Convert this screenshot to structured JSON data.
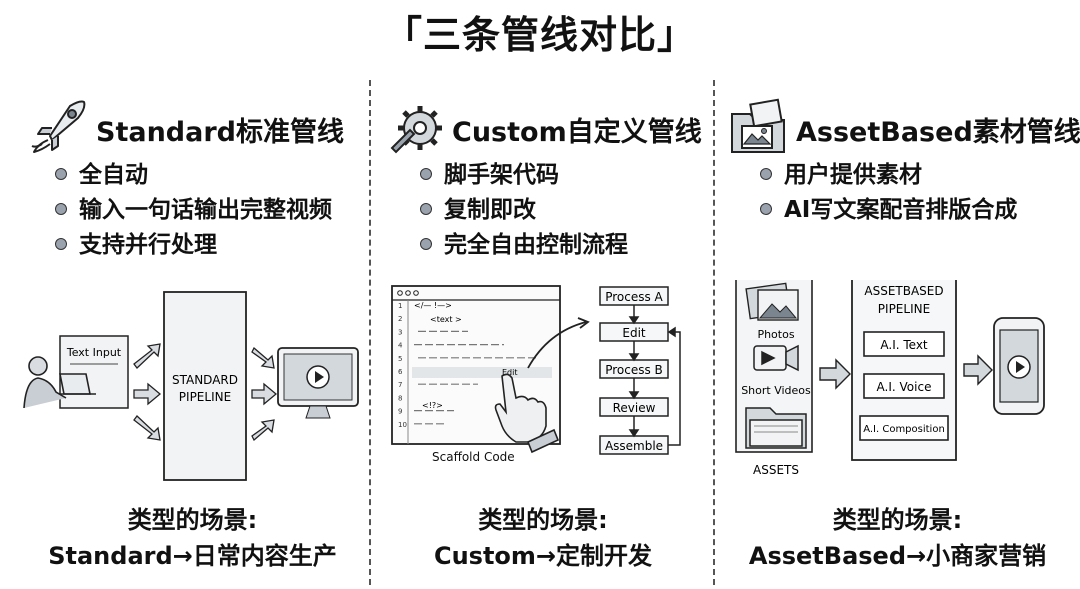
{
  "title": "「三条管线对比」",
  "columns": [
    {
      "heading": "Standard标准管线",
      "icon": "rocket-icon",
      "bullets": [
        "全自动",
        "输入一句话输出完整视频",
        "支持并行处理"
      ],
      "diagram": {
        "input_label": "Text Input",
        "pipeline_label": [
          "STANDARD",
          "PIPELINE"
        ]
      },
      "caption_title": "类型的场景:",
      "caption_text": "Standard→日常内容生产"
    },
    {
      "heading": "Custom自定义管线",
      "icon": "gears-wrench-icon",
      "bullets": [
        "脚手架代码",
        "复制即改",
        "完全自由控制流程"
      ],
      "diagram": {
        "code_lines": [
          "</— !—>",
          "<text >",
          "",
          "",
          "",
          "",
          "",
          "<!?>",
          "",
          ""
        ],
        "edit_label": "Edit",
        "scaffold_label": "Scaffold Code",
        "steps": [
          "Process A",
          "Edit",
          "Process B",
          "Review",
          "Assemble"
        ]
      },
      "caption_title": "类型的场景:",
      "caption_text": "Custom→定制开发"
    },
    {
      "heading": "AssetBased素材管线",
      "icon": "photo-folder-icon",
      "bullets": [
        "用户提供素材",
        "AI写文案配音排版合成"
      ],
      "diagram": {
        "asset_items": [
          "Photos",
          "Short Videos"
        ],
        "assets_label": "ASSETS",
        "pipeline_label": [
          "ASSETBASED",
          "PIPELINE"
        ],
        "pipeline_steps": [
          "A.I. Text",
          "A.I. Voice",
          "A.I. Composition"
        ]
      },
      "caption_title": "类型的场景:",
      "caption_text": "AssetBased→小商家营销"
    }
  ]
}
